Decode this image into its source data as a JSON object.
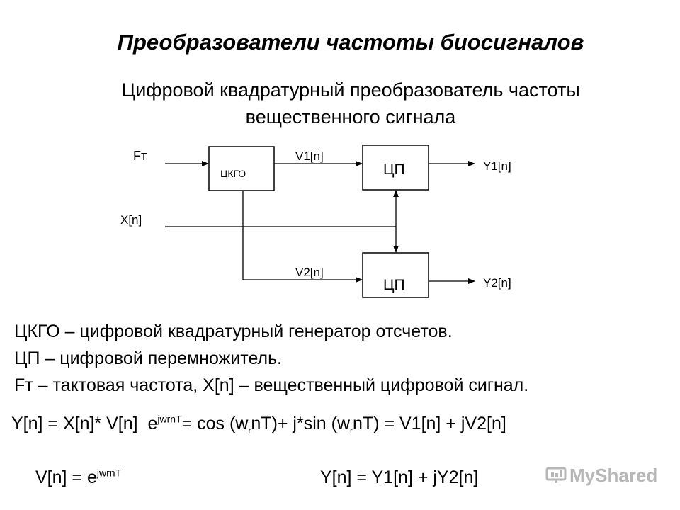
{
  "title": "Преобразователи частоты биосигналов",
  "subtitle_line1": "Цифровой квадратурный преобразователь частоты",
  "subtitle_line2": "вещественного сигнала",
  "diagram": {
    "block_generator": "ЦКГО",
    "block_multiplier_top": "ЦП",
    "block_multiplier_bottom": "ЦП",
    "input_clock": "Fт",
    "input_signal": "X[n]",
    "signal_v1": "V1[n]",
    "signal_v2": "V2[n]",
    "output_y1": "Y1[n]",
    "output_y2": "Y2[n]"
  },
  "definitions": [
    "ЦКГО – цифровой квадратурный генератор отсчетов.",
    "ЦП – цифровой перемножитель.",
    "Fт – тактовая частота, X[n] – вещественный цифровой сигнал."
  ],
  "formula1": {
    "part1": "Y[n] = X[n]* V[n]  e",
    "sup1": "jwrnT",
    "part2": "= cos (w",
    "sub1": "r",
    "part3": "nT)+ j*sin (w",
    "sub2": "r",
    "part4": "nT) = V1[n] + jV2[n]"
  },
  "formula2": {
    "base": "V[n] = e",
    "sup": "jwrnT"
  },
  "formula3": "Y[n] = Y1[n] + jY2[n]",
  "watermark": "MyShared",
  "icons": {
    "watermark": "presentation-icon"
  }
}
